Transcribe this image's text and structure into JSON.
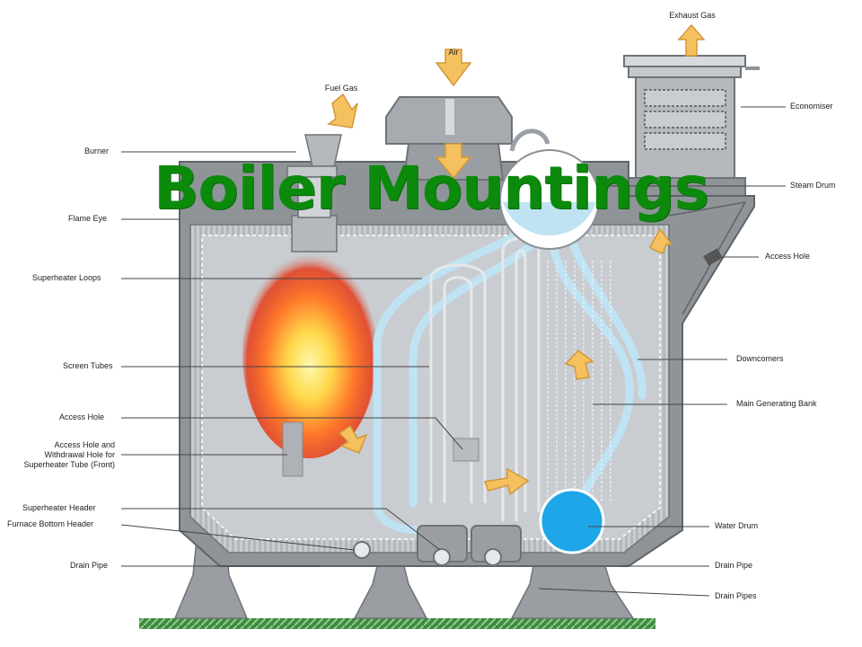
{
  "title": "Boiler Mountings",
  "labels": {
    "exhaust_gas": "Exhaust Gas",
    "air": "Air",
    "fuel_gas": "Fuel Gas",
    "burner": "Burner",
    "flame_eye": "Flame Eye",
    "superheater_loops": "Superheater Loops",
    "screen_tubes": "Screen Tubes",
    "access_hole_left": "Access Hole",
    "access_hole_withdrawal_1": "Access Hole and",
    "access_hole_withdrawal_2": "Withdrawal Hole for",
    "access_hole_withdrawal_3": "Superheater Tube (Front)",
    "superheater_header": "Superheater Header",
    "furnace_bottom_header": "Furnace Bottom Header",
    "drain_pipe_left": "Drain Pipe",
    "economiser": "Economiser",
    "steam_drum": "Steam Drum",
    "access_hole_right": "Access Hole",
    "downcomers": "Downcomers",
    "main_generating_bank": "Main Generating Bank",
    "water_drum": "Water Drum",
    "drain_pipe_right": "Drain Pipe",
    "drain_pipes": "Drain Pipes"
  },
  "colors": {
    "title": "#0b8a0b",
    "casing": "#8f9499",
    "casing_dark": "#6e7378",
    "interior": "#c9ccd0",
    "tubes": "#bfe3f2",
    "water_drum": "#1ea7e8",
    "flow_arrow": "#f5c15f",
    "ground": "#3f8a3f"
  }
}
